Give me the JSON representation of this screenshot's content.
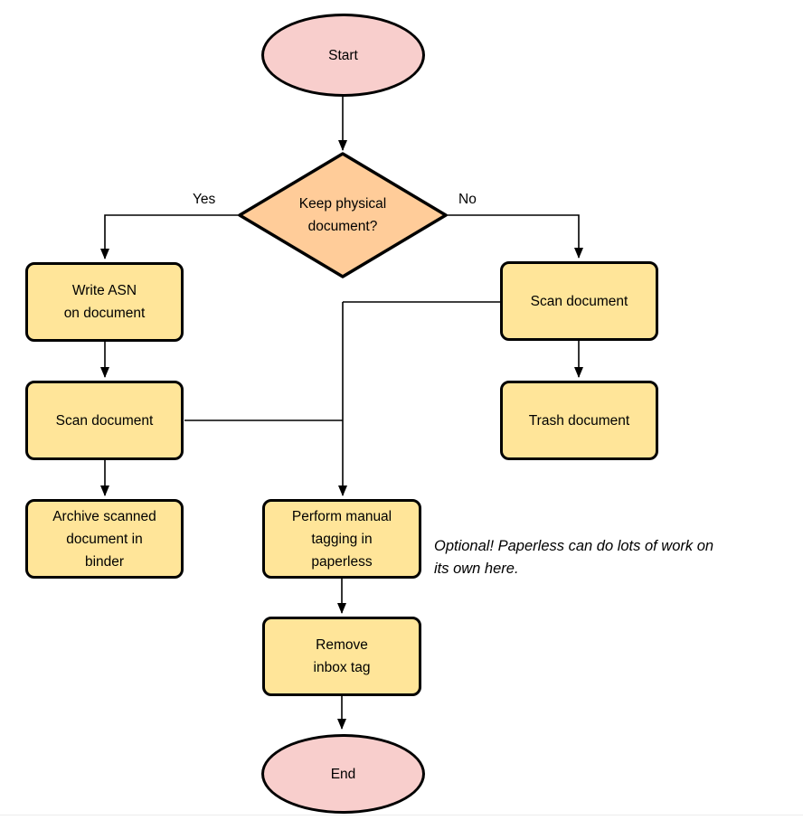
{
  "diagram": {
    "nodes": {
      "start": {
        "label": "Start",
        "type": "terminator"
      },
      "decision": {
        "label": "Keep physical\ndocument?",
        "type": "decision"
      },
      "write_asn": {
        "label": "Write ASN\non document",
        "type": "process"
      },
      "scan_left": {
        "label": "Scan document",
        "type": "process"
      },
      "archive": {
        "label": "Archive scanned\ndocument in\nbinder",
        "type": "process"
      },
      "scan_right": {
        "label": "Scan document",
        "type": "process"
      },
      "trash": {
        "label": "Trash document",
        "type": "process"
      },
      "tagging": {
        "label": "Perform manual\ntagging in\npaperless",
        "type": "process"
      },
      "remove_inbox": {
        "label": "Remove\ninbox tag",
        "type": "process"
      },
      "end": {
        "label": "End",
        "type": "terminator"
      }
    },
    "edge_labels": {
      "yes": "Yes",
      "no": "No"
    },
    "note": "Optional! Paperless can do lots of work on\nits own here.",
    "colors": {
      "terminator_fill": "#F8CECC",
      "decision_fill": "#FFCC99",
      "process_fill": "#FFE599",
      "stroke": "#000000",
      "background": "#ffffff",
      "bottom_rule": "#ececec"
    }
  }
}
